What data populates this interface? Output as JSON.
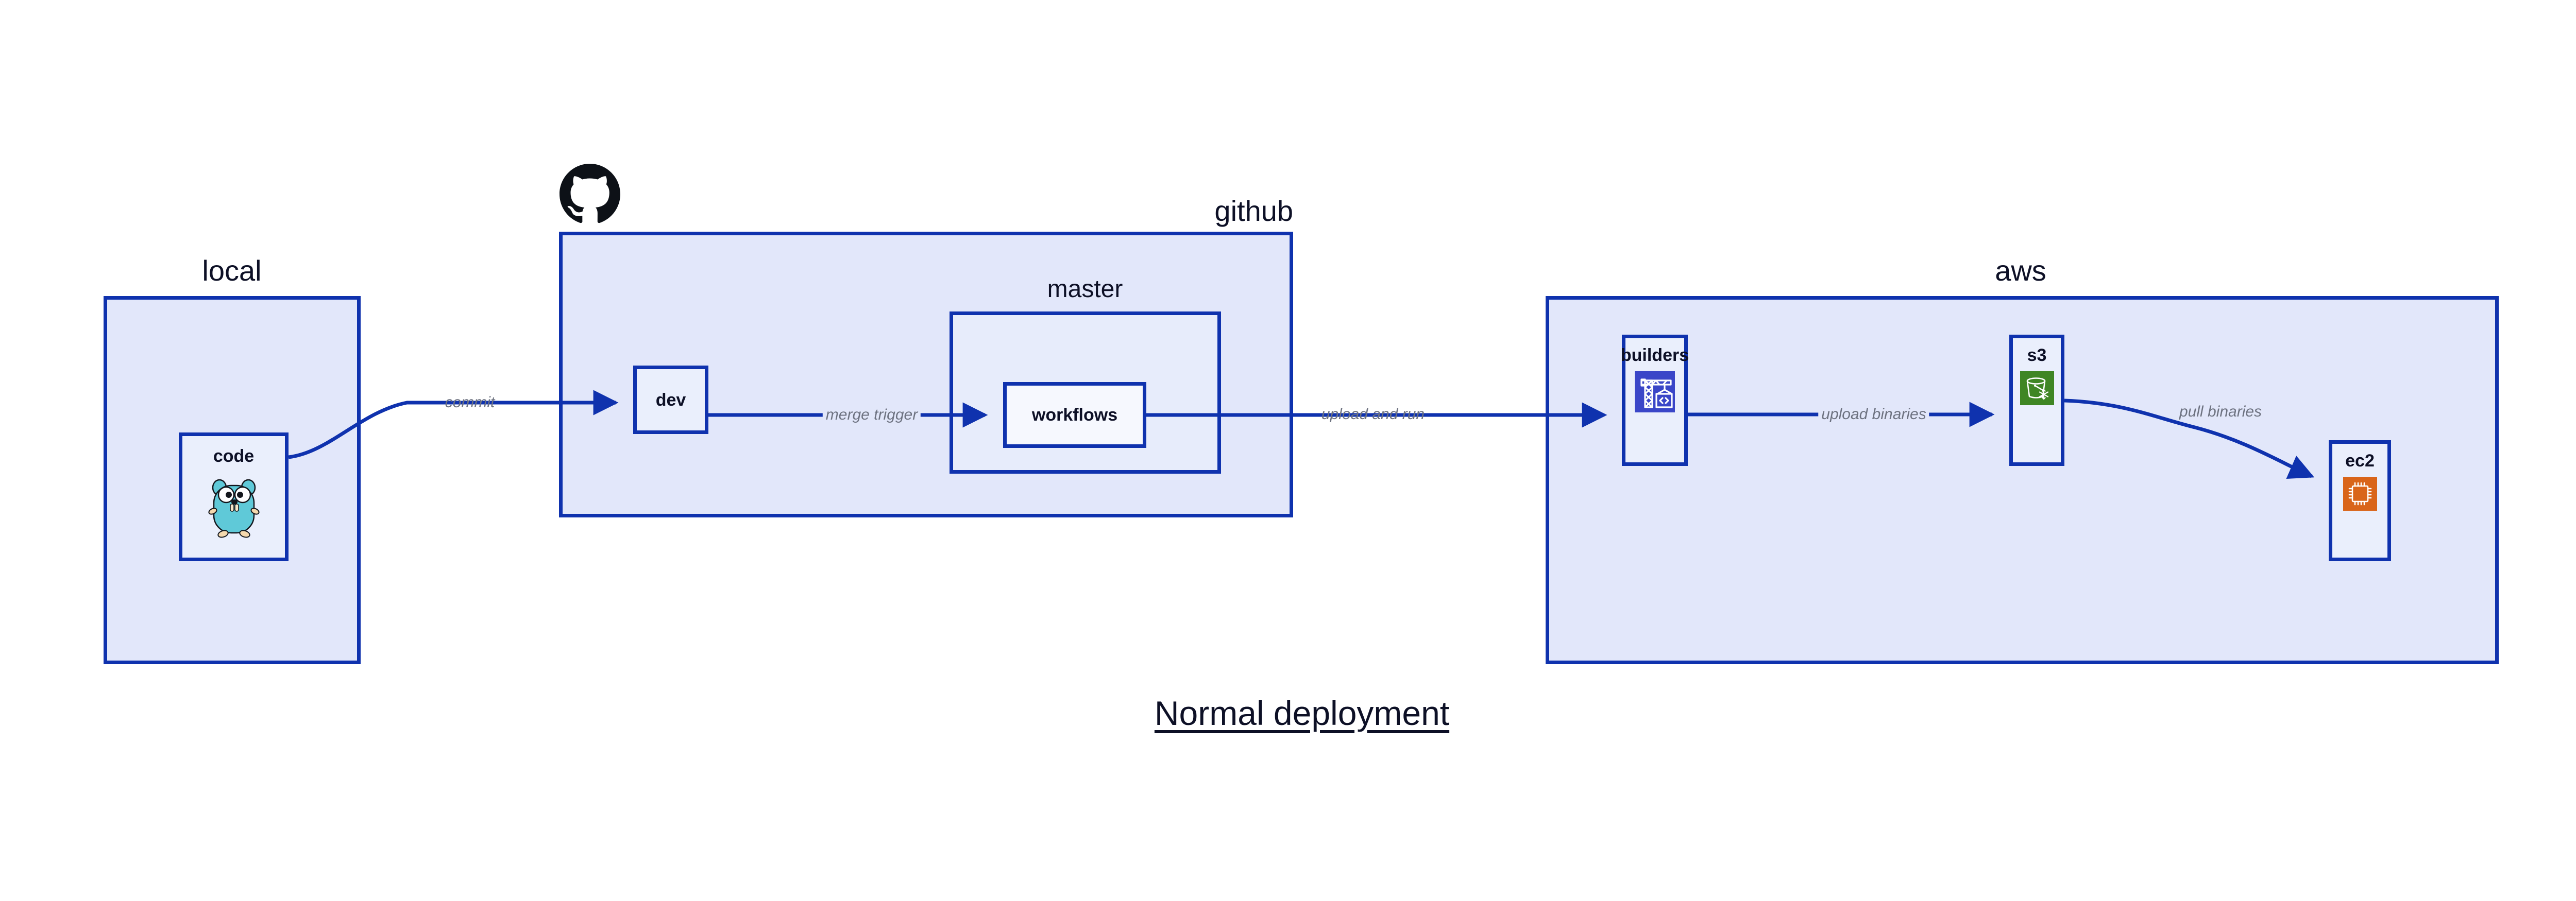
{
  "diagram": {
    "title": "Normal deployment",
    "accent_border": "#0f32ae",
    "group_fill": "#e2e7fa",
    "node_fill": "#eaeffc",
    "label_text_color": "#6d7280",
    "title_color": "#0d1026"
  },
  "groups": [
    {
      "id": "local",
      "label": "local"
    },
    {
      "id": "github",
      "label": "github"
    },
    {
      "id": "master",
      "label": "master"
    },
    {
      "id": "aws",
      "label": "aws"
    }
  ],
  "nodes": [
    {
      "id": "code",
      "label": "code",
      "icon": "go-gopher-icon"
    },
    {
      "id": "dev",
      "label": "dev",
      "icon": "none"
    },
    {
      "id": "workflows",
      "label": "workflows",
      "icon": "none"
    },
    {
      "id": "builders",
      "label": "builders",
      "icon": "aws-codebuild-icon",
      "icon_color": "#3a46c8"
    },
    {
      "id": "s3",
      "label": "s3",
      "icon": "aws-s3-glacier-icon",
      "icon_color": "#3f8624"
    },
    {
      "id": "ec2",
      "label": "ec2",
      "icon": "aws-ec2-icon",
      "icon_color": "#d9651a"
    }
  ],
  "edges": [
    {
      "id": "commit",
      "label": "commit",
      "from": "code",
      "to": "dev"
    },
    {
      "id": "merge-trigger",
      "label": "merge trigger",
      "from": "dev",
      "to": "workflows"
    },
    {
      "id": "upload-and-run",
      "label": "upload and run",
      "from": "workflows",
      "to": "builders"
    },
    {
      "id": "upload-binaries",
      "label": "upload binaries",
      "from": "builders",
      "to": "s3"
    },
    {
      "id": "pull-binaries",
      "label": "pull binaries",
      "from": "s3",
      "to": "ec2"
    }
  ],
  "icons": {
    "github_mark": "github-octocat-icon"
  }
}
